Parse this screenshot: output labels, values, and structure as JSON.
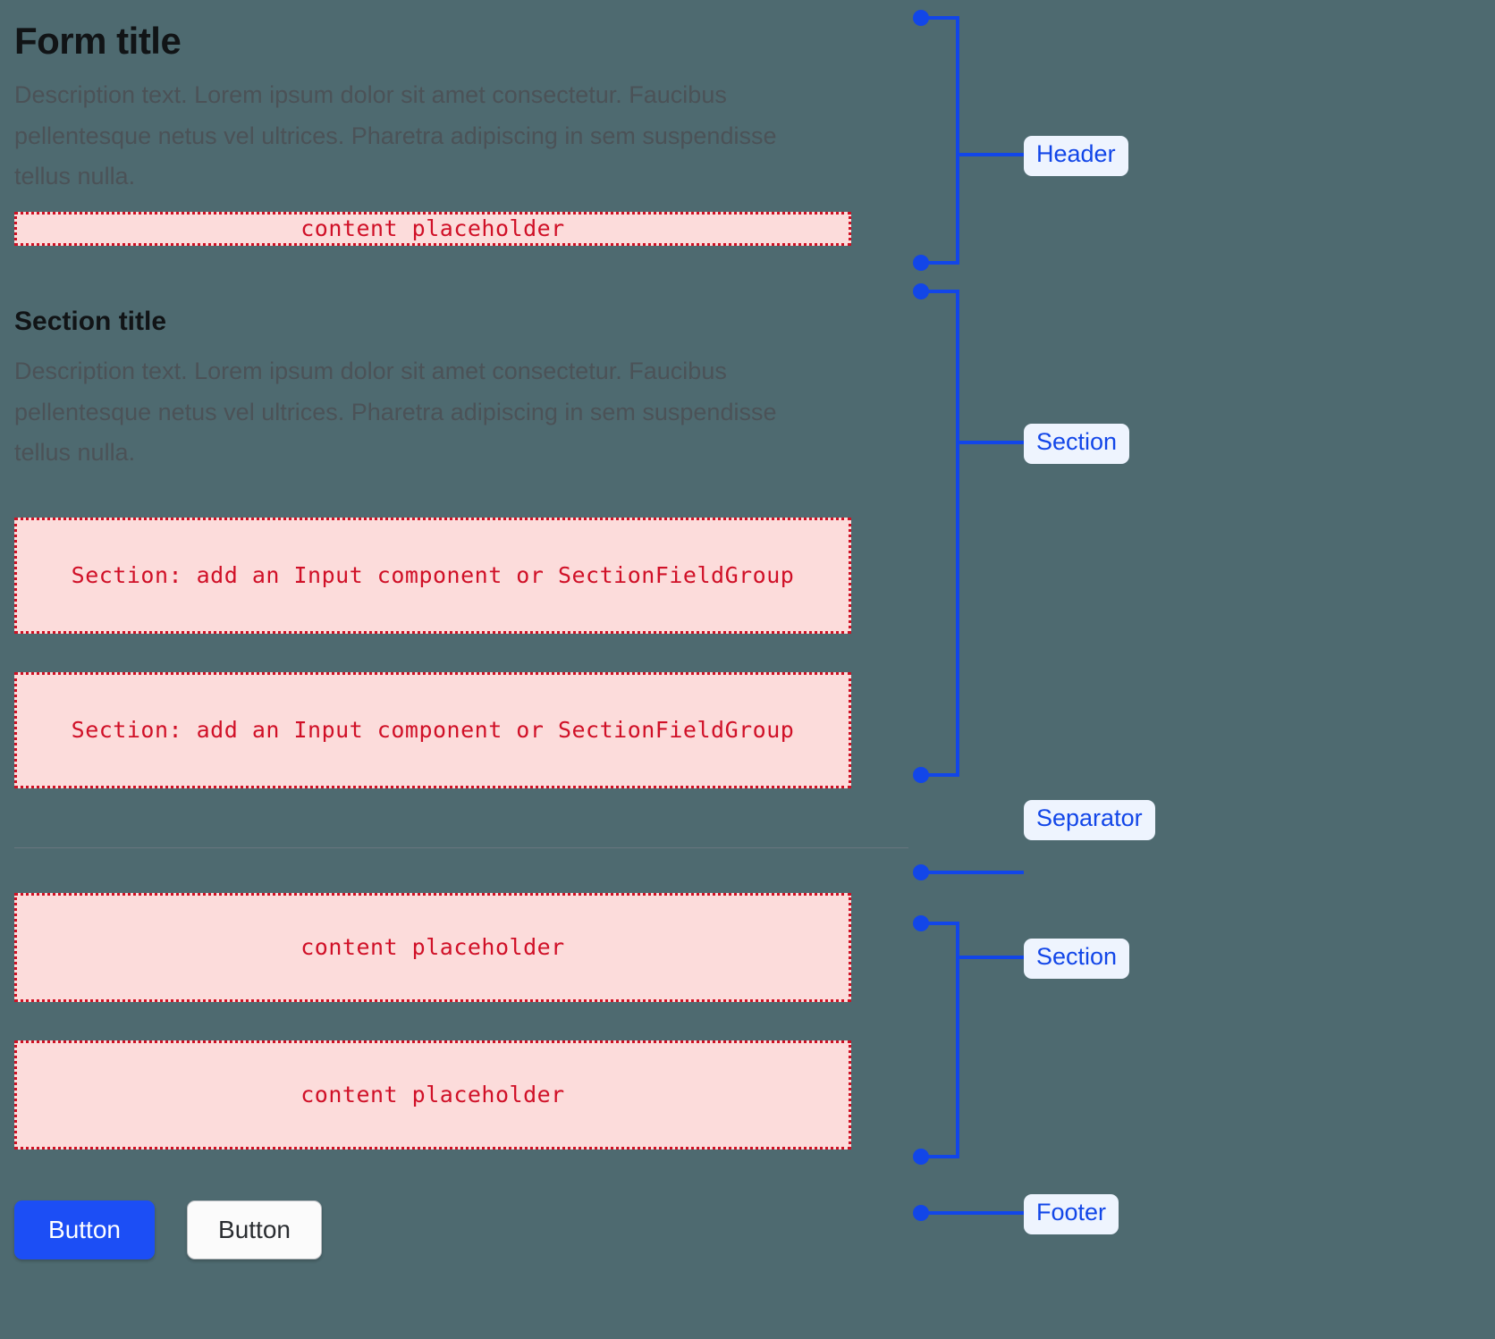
{
  "page": {
    "background_color": "#4e6a70",
    "accent_blue": "#1c4ef5",
    "annotation_blue": "#1246e8",
    "placeholder_red": "#d01027",
    "placeholder_fill": "#fcdcdb"
  },
  "header": {
    "title": "Form title",
    "description": "Description text. Lorem ipsum dolor sit amet consectetur. Faucibus pellentesque netus vel ultrices. Pharetra adipiscing in sem suspendisse tellus nulla.",
    "placeholder": "content placeholder"
  },
  "section_one": {
    "title": "Section title",
    "description": "Description text. Lorem ipsum dolor sit amet consectetur. Faucibus pellentesque netus vel ultrices. Pharetra adipiscing in sem suspendisse tellus nulla.",
    "placeholders": [
      "Section: add an Input component or SectionFieldGroup",
      "Section: add an Input component or SectionFieldGroup"
    ]
  },
  "section_two": {
    "placeholders": [
      "content placeholder",
      "content placeholder"
    ]
  },
  "footer": {
    "primary_button": "Button",
    "secondary_button": "Button"
  },
  "annotations": {
    "header_label": "Header",
    "section_one_label": "Section",
    "separator_label": "Separator",
    "section_two_label": "Section",
    "footer_label": "Footer"
  }
}
